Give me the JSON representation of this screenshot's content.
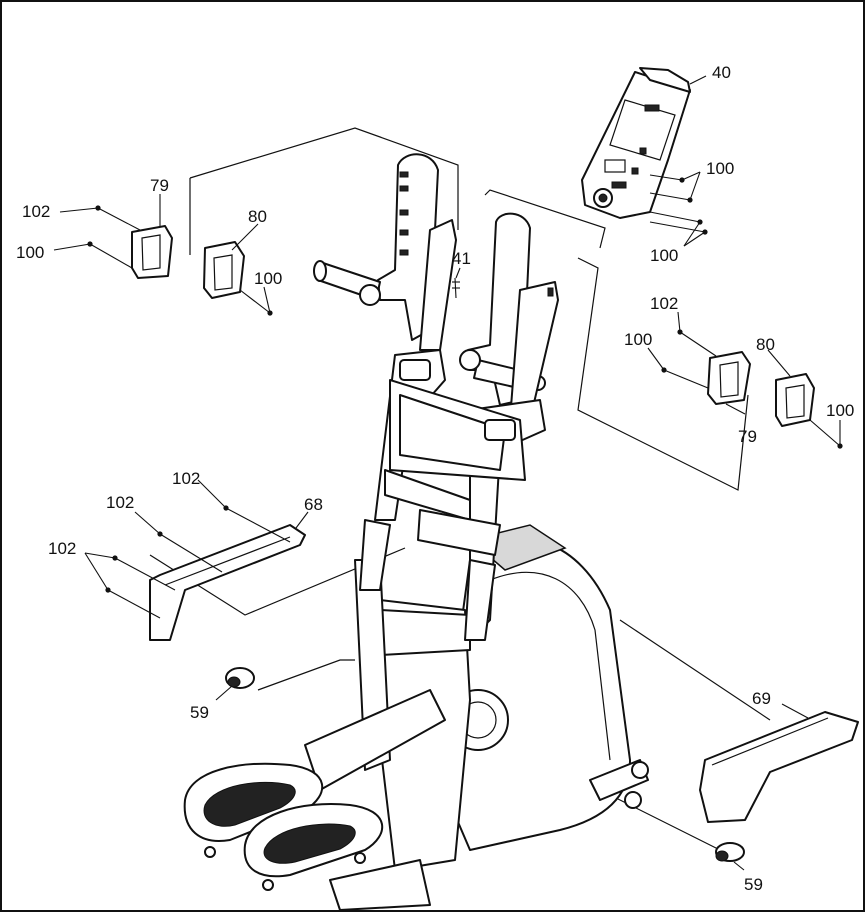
{
  "diagram": {
    "labels": {
      "console": "40",
      "bolt_41": "41",
      "cover_68": "68",
      "cover_69": "69",
      "wheel_left": "59",
      "wheel_right": "59",
      "cap_79_left": "79",
      "cap_80_left": "80",
      "cap_79_right": "79",
      "cap_80_right": "80",
      "screw_100_a": "100",
      "screw_100_b": "100",
      "screw_100_c": "100",
      "screw_100_d": "100",
      "screw_100_e": "100",
      "screw_100_f": "100",
      "screw_102_a": "102",
      "screw_102_b": "102",
      "screw_102_c": "102",
      "screw_102_d": "102",
      "screw_102_e": "102"
    }
  }
}
